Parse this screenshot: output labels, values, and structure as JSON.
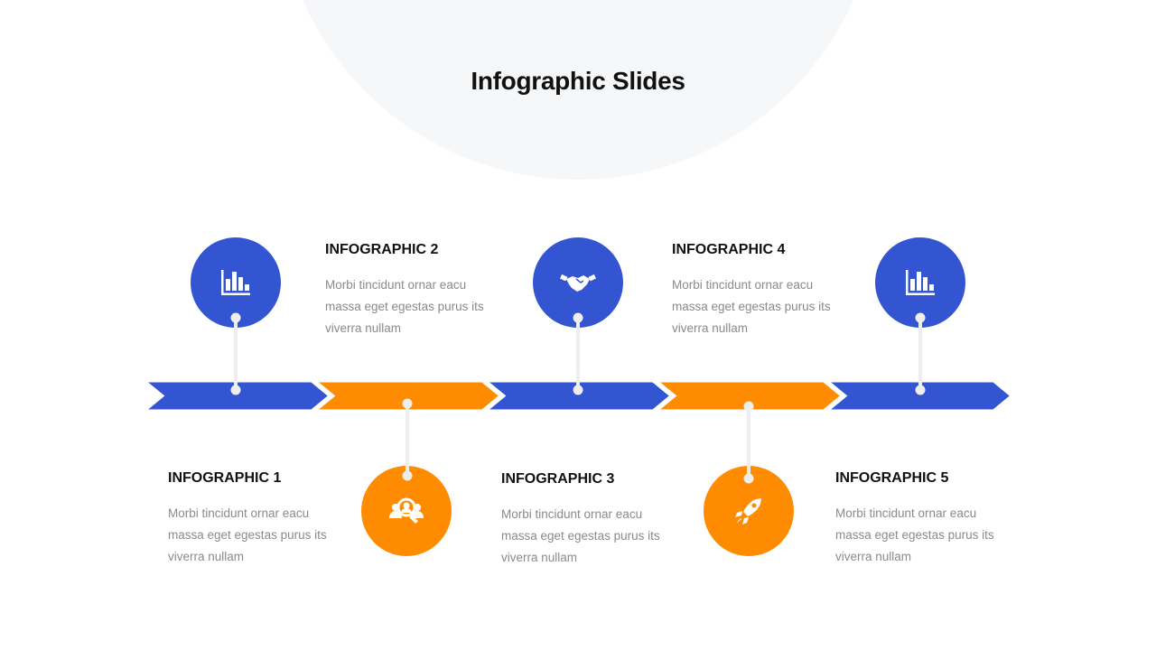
{
  "title": "Infographic Slides",
  "colors": {
    "blue": "#3355d1",
    "orange": "#ff8c00",
    "connector": "#eeeeee",
    "background_circle": "#f6f7f9"
  },
  "steps": [
    {
      "heading": "INFOGRAPHIC 1",
      "body": "Morbi tincidunt  ornar eacu massa eget egestas purus its viverra  nullam",
      "icon": "bar-chart-icon",
      "color": "blue"
    },
    {
      "heading": "INFOGRAPHIC 2",
      "body": "Morbi tincidunt  ornar eacu massa eget egestas purus its viverra  nullam",
      "icon": "user-search-icon",
      "color": "orange"
    },
    {
      "heading": "INFOGRAPHIC 3",
      "body": "Morbi tincidunt  ornar eacu massa eget egestas purus its viverra  nullam",
      "icon": "handshake-icon",
      "color": "blue"
    },
    {
      "heading": "INFOGRAPHIC 4",
      "body": "Morbi tincidunt  ornar eacu massa eget egestas purus its viverra  nullam",
      "icon": "rocket-icon",
      "color": "orange"
    },
    {
      "heading": "INFOGRAPHIC 5",
      "body": "Morbi tincidunt  ornar eacu massa eget egestas purus its viverra  nullam",
      "icon": "bar-chart-icon",
      "color": "blue"
    }
  ]
}
